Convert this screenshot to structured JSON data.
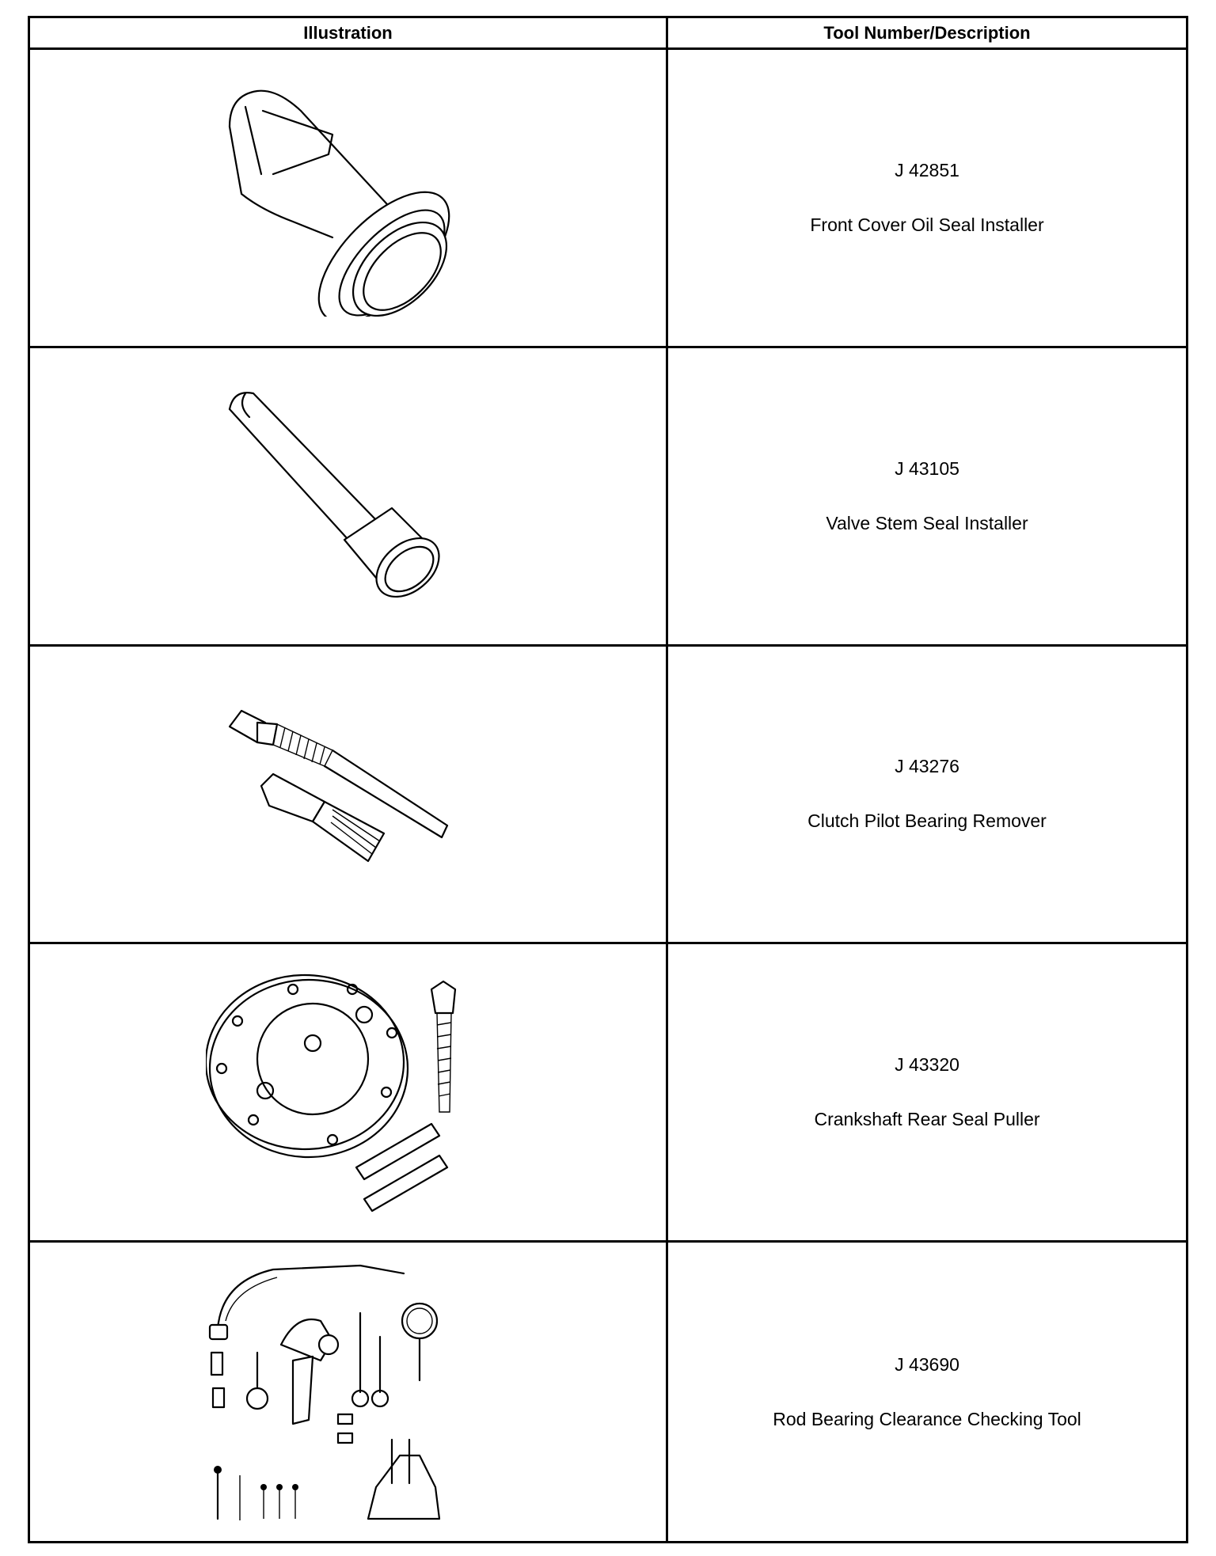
{
  "table": {
    "headers": {
      "illustration": "Illustration",
      "description": "Tool Number/Description"
    },
    "rows": [
      {
        "number": "J 42851",
        "description": "Front Cover Oil Seal Installer",
        "icon": "seal-installer-icon"
      },
      {
        "number": "J 43105",
        "description": "Valve Stem Seal Installer",
        "icon": "valve-stem-installer-icon"
      },
      {
        "number": "J 43276",
        "description": "Clutch Pilot Bearing Remover",
        "icon": "bearing-remover-icon"
      },
      {
        "number": "J 43320",
        "description": "Crankshaft Rear Seal Puller",
        "icon": "seal-puller-icon"
      },
      {
        "number": "J 43690",
        "description": "Rod Bearing Clearance Checking Tool",
        "icon": "clearance-tool-kit-icon"
      }
    ]
  }
}
